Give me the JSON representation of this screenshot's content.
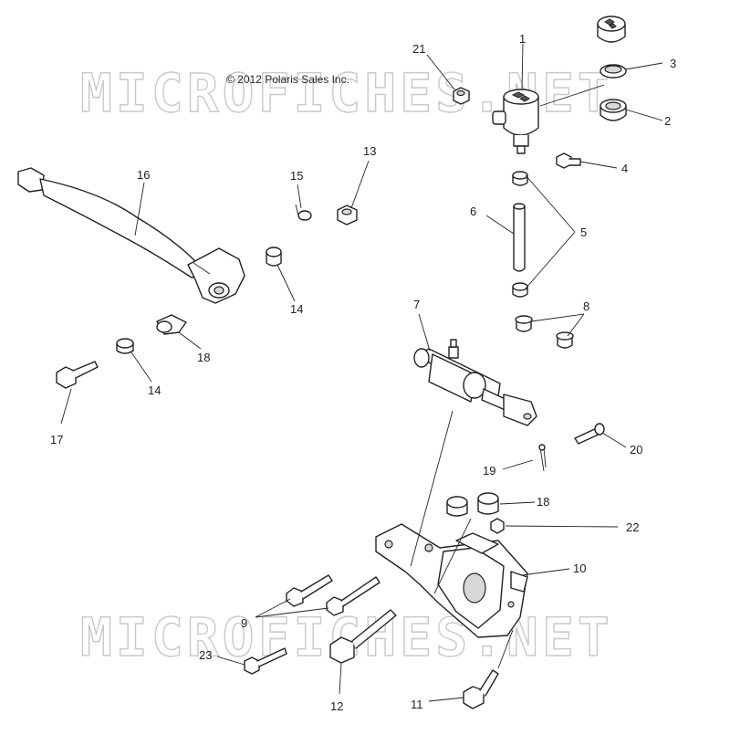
{
  "copyright": "© 2012 Polaris Sales Inc.",
  "watermark": "MICROFICHES.NET",
  "callouts": {
    "c1": "1",
    "c2": "2",
    "c3": "3",
    "c4": "4",
    "c5": "5",
    "c6": "6",
    "c7": "7",
    "c8": "8",
    "c9": "9",
    "c10": "10",
    "c11": "11",
    "c12": "12",
    "c13": "13",
    "c14a": "14",
    "c14b": "14",
    "c15": "15",
    "c16": "16",
    "c17": "17",
    "c18a": "18",
    "c18b": "18",
    "c19": "19",
    "c20": "20",
    "c21": "21",
    "c22": "22",
    "c23": "23"
  }
}
